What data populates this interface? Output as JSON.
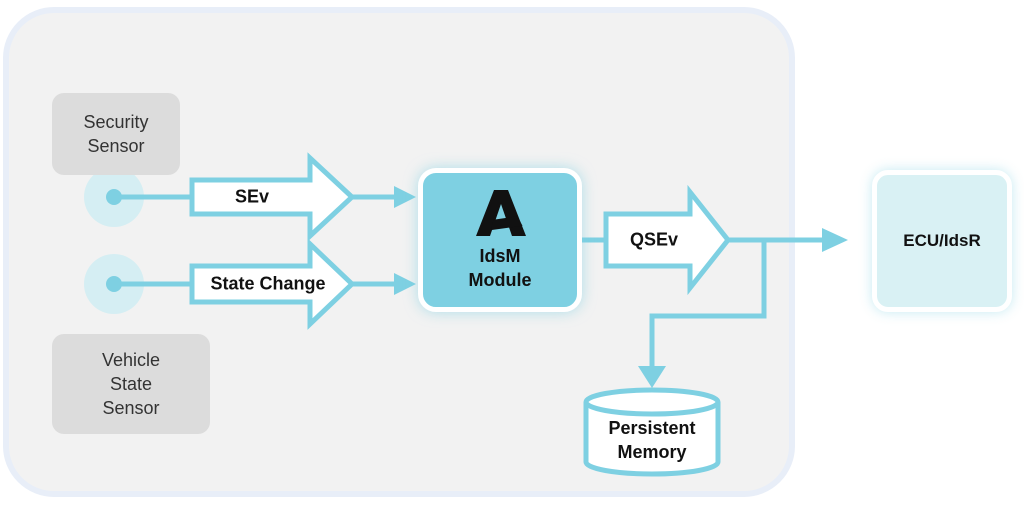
{
  "nodes": {
    "security_sensor": [
      "Security",
      "Sensor"
    ],
    "vehicle_state_sensor": [
      "Vehicle",
      "State",
      "Sensor"
    ],
    "idsm_module": [
      "IdsM",
      "Module"
    ],
    "ecu_idsr": "ECU/IdsR",
    "persistent_memory": [
      "Persistent",
      "Memory"
    ]
  },
  "edges": {
    "sev": "SEv",
    "state_change": "State Change",
    "qsev": "QSEv"
  },
  "colors": {
    "accent": "#7ed0e2",
    "accent_light": "#d9f1f4",
    "sensor_gray": "#dcdcdc",
    "background_panel": "#f2f2f2"
  },
  "icons": {
    "module_logo": "autosar-a-logo-icon"
  }
}
